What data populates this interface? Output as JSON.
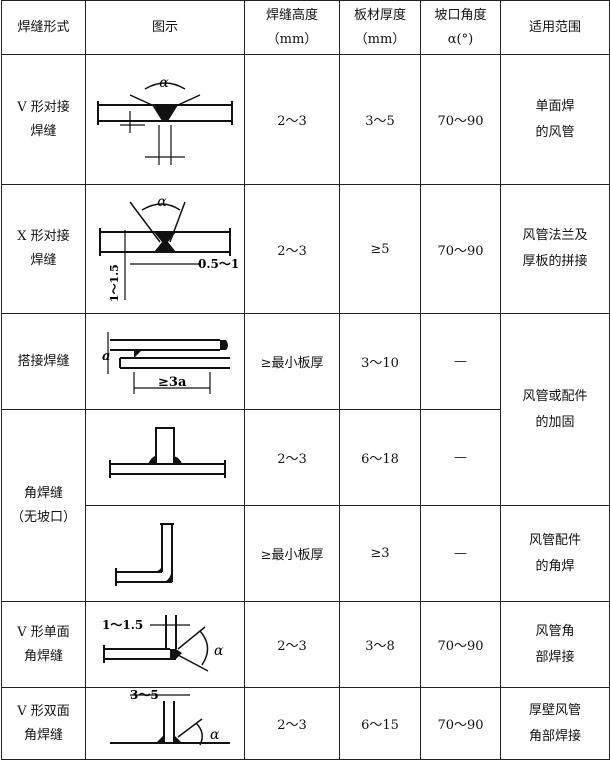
{
  "headers": {
    "form": "焊缝形式",
    "diagram": "图示",
    "height_line1": "焊缝高度",
    "height_line2": "（mm）",
    "thickness_line1": "板材厚度",
    "thickness_line2": "（mm）",
    "angle_line1": "坡口角度",
    "angle_line2": "α(°)",
    "range": "适用范围"
  },
  "rows": [
    {
      "form": "V 形对接\n焊缝",
      "height": "2～3",
      "thickness": "3～5",
      "angle": "70～90",
      "range": "单面焊\n的风管",
      "diagram_labels": {
        "alpha": "α"
      }
    },
    {
      "form": "X 形对接\n焊缝",
      "height": "2～3",
      "thickness": "≥5",
      "angle": "70～90",
      "range": "风管法兰及\n厚板的拼接",
      "diagram_labels": {
        "alpha": "α",
        "gap": "0.5～1",
        "root": "1～1.5"
      }
    },
    {
      "form": "搭接焊缝",
      "height": "≥最小板厚",
      "thickness": "3～10",
      "angle": "—",
      "diagram_labels": {
        "a": "a",
        "overlap": "≥3a"
      }
    },
    {
      "height": "2～3",
      "thickness": "6～18",
      "angle": "—"
    },
    {
      "height": "≥最小板厚",
      "thickness": "≥3",
      "angle": "—",
      "range": "风管配件\n的角焊"
    },
    {
      "form": "V 形单面\n角焊缝",
      "height": "2～3",
      "thickness": "3～8",
      "angle": "70～90",
      "range": "风管角\n部焊接",
      "diagram_labels": {
        "gap": "1～1.5",
        "alpha": "α"
      }
    },
    {
      "form": "V 形双面\n角焊缝",
      "height": "2～3",
      "thickness": "6～15",
      "angle": "70～90",
      "range": "厚壁风管\n角部焊接",
      "diagram_labels": {
        "gap": "3～5",
        "alpha": "α"
      }
    }
  ],
  "merged": {
    "corner_form": "角焊缝\n（无坡口）",
    "reinforce_range": "风管或配件\n的加固"
  }
}
